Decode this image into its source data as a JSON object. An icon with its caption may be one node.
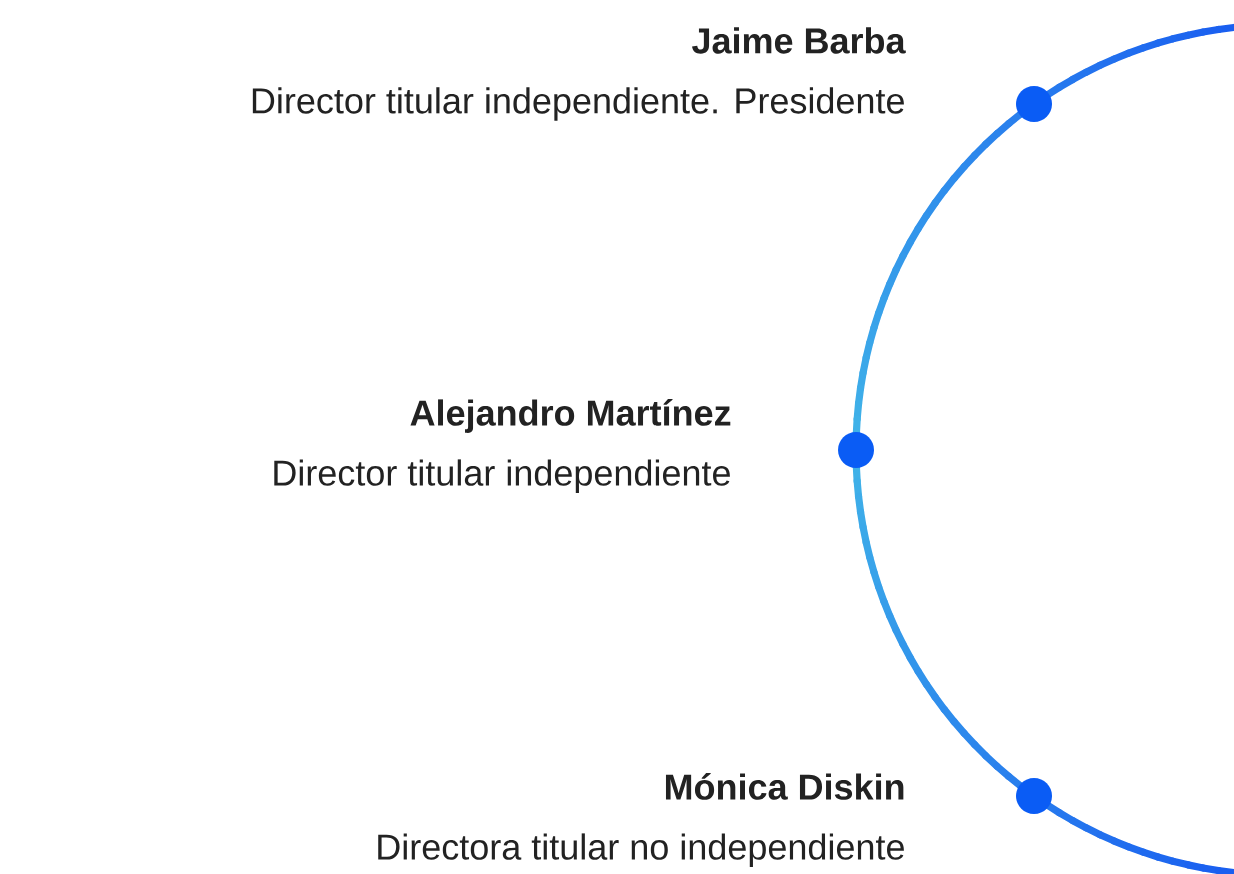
{
  "diagram": {
    "nodes": [
      {
        "text": [
          "Jaime Barba",
          "Director titular independiente. Presidente"
        ]
      },
      {
        "text": [
          "Alejandro Martínez",
          "Director titular independiente"
        ]
      },
      {
        "text": [
          "Mónica Diskin",
          "Directora titular no independiente"
        ]
      }
    ]
  }
}
